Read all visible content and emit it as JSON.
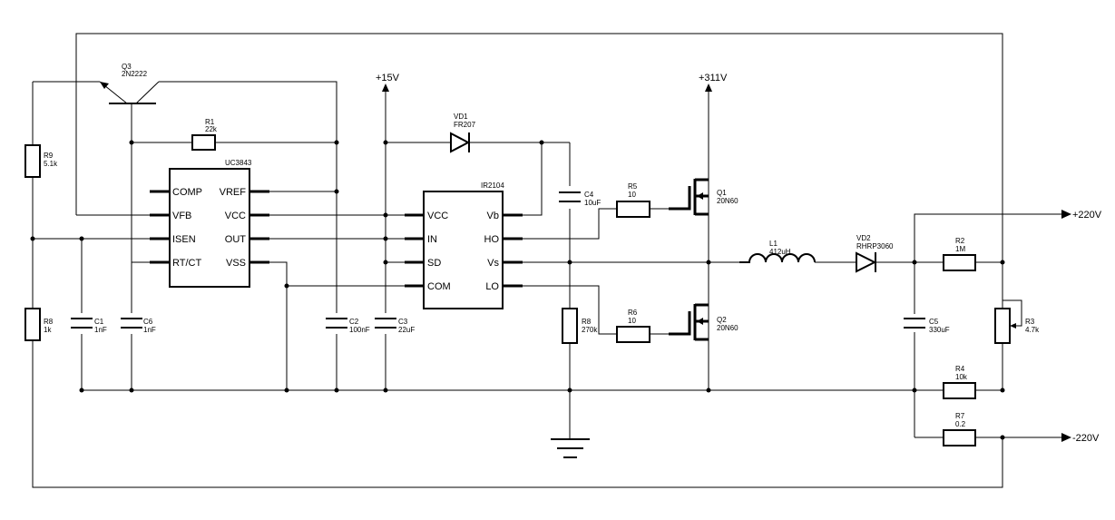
{
  "transistors": {
    "q3": {
      "ref": "Q3",
      "part": "2N2222"
    },
    "q1": {
      "ref": "Q1",
      "part": "20N60"
    },
    "q2": {
      "ref": "Q2",
      "part": "20N60"
    }
  },
  "resistors": {
    "r1": {
      "ref": "R1",
      "value": "22k"
    },
    "r9": {
      "ref": "R9",
      "value": "5.1k"
    },
    "r8a": {
      "ref": "R8",
      "value": "1k"
    },
    "r5": {
      "ref": "R5",
      "value": "10"
    },
    "r6": {
      "ref": "R6",
      "value": "10"
    },
    "r8b": {
      "ref": "R8",
      "value": "270k"
    },
    "r2": {
      "ref": "R2",
      "value": "1M"
    },
    "r3": {
      "ref": "R3",
      "value": "4.7k"
    },
    "r4": {
      "ref": "R4",
      "value": "10k"
    },
    "r7": {
      "ref": "R7",
      "value": "0.2"
    }
  },
  "capacitors": {
    "c1": {
      "ref": "C1",
      "value": "1nF"
    },
    "c6": {
      "ref": "C6",
      "value": "1nF"
    },
    "c2": {
      "ref": "C2",
      "value": "100nF"
    },
    "c3": {
      "ref": "C3",
      "value": "22uF"
    },
    "c4": {
      "ref": "C4",
      "value": "10uF"
    },
    "c5": {
      "ref": "C5",
      "value": "330uF"
    }
  },
  "diodes": {
    "vd1": {
      "ref": "VD1",
      "part": "FR207"
    },
    "vd2": {
      "ref": "VD2",
      "part": "RHRP3060"
    }
  },
  "inductor": {
    "ref": "L1",
    "value": "412uH"
  },
  "ic_uc3843": {
    "name": "UC3843",
    "pins": {
      "comp": "COMP",
      "vfb": "VFB",
      "isen": "ISEN",
      "rtct": "RT/CT",
      "vref": "VREF",
      "vcc": "VCC",
      "out": "OUT",
      "vss": "VSS"
    }
  },
  "ic_ir2104": {
    "name": "IR2104",
    "pins": {
      "vcc": "VCC",
      "in": "IN",
      "sd": "SD",
      "com": "COM",
      "vb": "Vb",
      "ho": "HO",
      "vs": "Vs",
      "lo": "LO"
    }
  },
  "rails": {
    "v15": "+15V",
    "v311": "+311V",
    "out_pos": "+220V",
    "out_neg": "-220V"
  }
}
